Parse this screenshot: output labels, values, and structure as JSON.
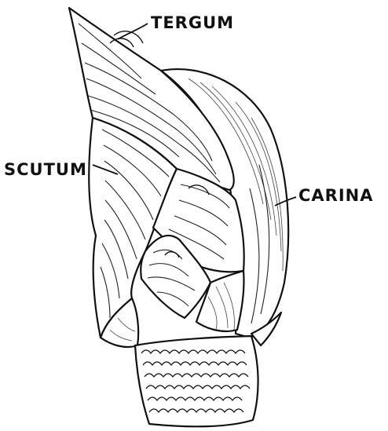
{
  "labels": {
    "tergum": "TERGUM",
    "scutum": "SCUTUM",
    "carina": "CARINA"
  },
  "colors": {
    "ink": "#111111",
    "paper": "#ffffff"
  }
}
